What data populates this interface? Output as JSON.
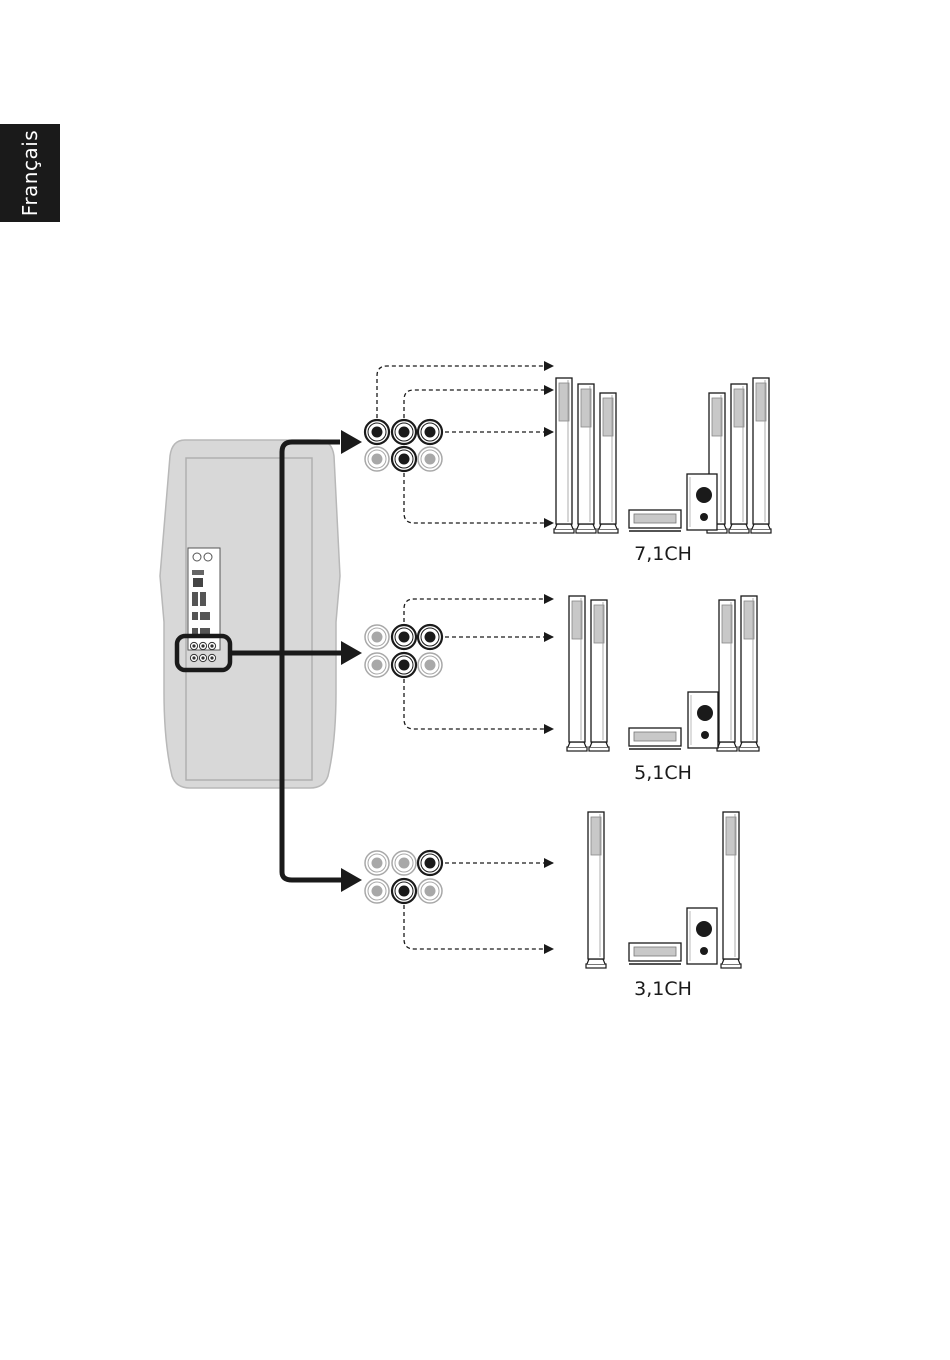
{
  "side_tab": {
    "label": "Français"
  },
  "configurations": [
    {
      "label": "7,1CH",
      "jacks_active": [
        true,
        true,
        true,
        false,
        true,
        false
      ]
    },
    {
      "label": "5,1CH",
      "jacks_active": [
        false,
        true,
        true,
        false,
        true,
        false
      ]
    },
    {
      "label": "3,1CH",
      "jacks_active": [
        false,
        false,
        true,
        false,
        true,
        false
      ]
    }
  ]
}
